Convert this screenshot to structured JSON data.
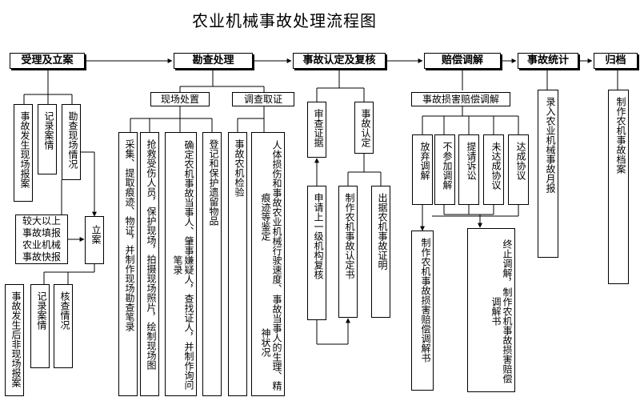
{
  "title": "农业机械事故处理流程图",
  "headers": {
    "h1": "受理及立案",
    "h2": "勘查处理",
    "h3": "事故认定及复核",
    "h4": "赔偿调解",
    "h5": "事故统计",
    "h6": "归档"
  },
  "sub": {
    "scene": "现场处置",
    "evidence": "调查取证",
    "mediation": "事故损害赔偿调解"
  },
  "accept": {
    "report": "事故发生现场报案",
    "record": "记录案情",
    "survey": "勘查现场情况",
    "bigreport": "较大以上事故填报农业机械事故快报",
    "case": "立案",
    "offsite": "事故发生后非现场报案",
    "record2": "记录案情",
    "verify": "核查情况"
  },
  "survey": {
    "collect": "采集、提取痕迹、物证，并制作现场勘查笔录",
    "rescue": "抢救受伤人员，保护现场，拍摄现场照片，绘制现场图",
    "identify": "确定农机事故当事人、肇事嫌疑人，查找证人，并制作询问笔录",
    "register": "登记和保护遗留物品",
    "inspect": "事故农机检验",
    "body": "人体损伤和事故农业机械行驶速度、痕迹等鉴定",
    "mental": "事故当事人的生理、精神状况"
  },
  "identify": {
    "review": "审查证据",
    "determine": "事故认定",
    "apply": "申请上一级机构复核",
    "makebook": "制作农机事故认定书",
    "proof": "出据农机事故证明"
  },
  "compensation": {
    "abandon": "放弃调解",
    "notjoin": "不参加调解",
    "sue": "提请诉讼",
    "fail": "未达成协议",
    "agree": "达成协议",
    "makebook": "制作农机事故损害赔偿调解书",
    "stop": "终止调解，制作农机事故损害赔偿调解书"
  },
  "stats": {
    "monthly": "录入农业机械事故月报"
  },
  "archive": {
    "file": "制作农机事故档案"
  }
}
